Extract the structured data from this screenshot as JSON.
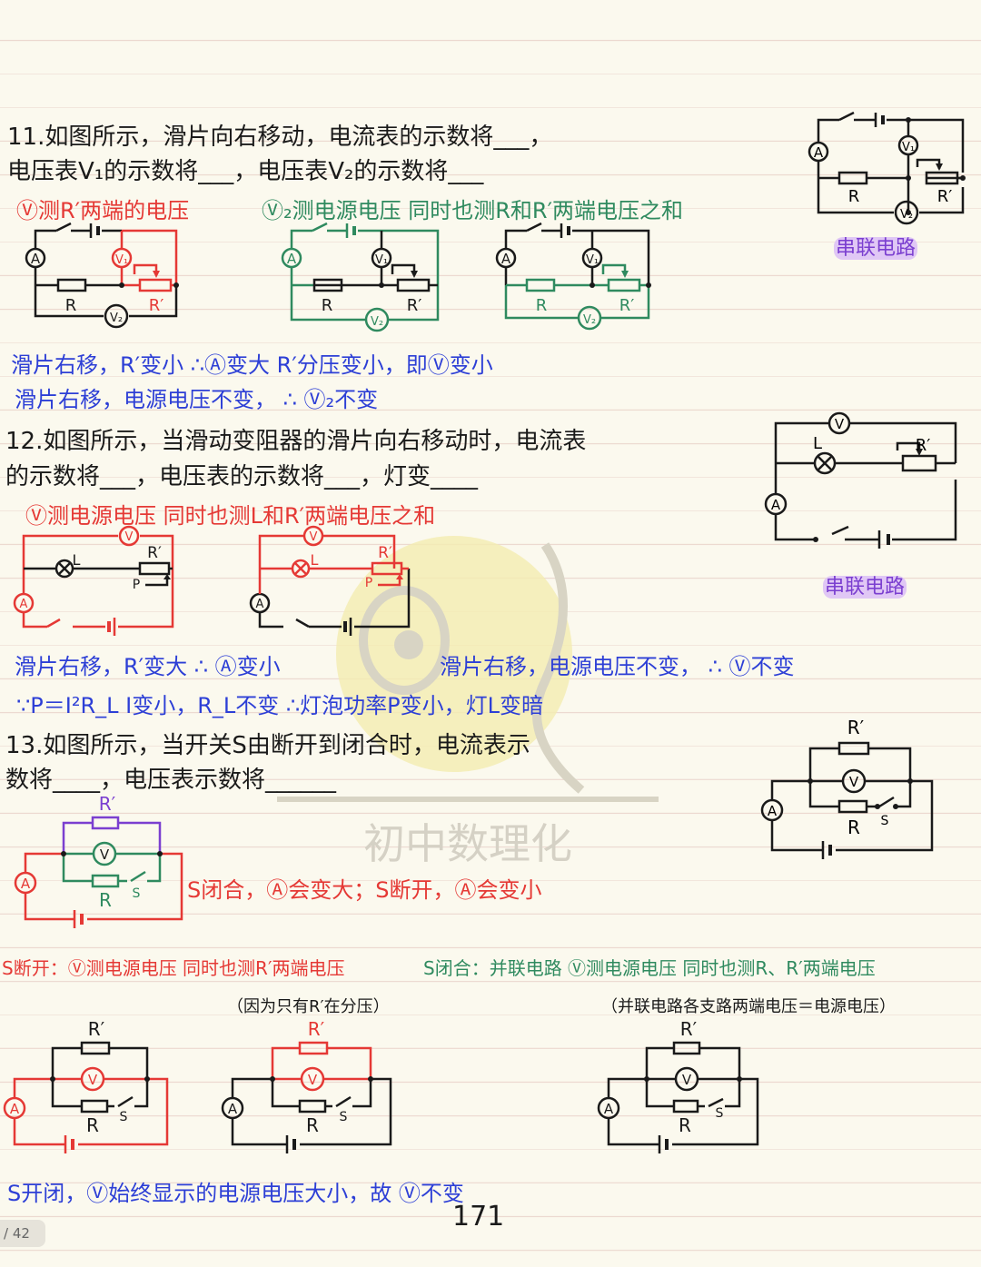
{
  "q11": {
    "line1": "11.如图所示，滑片向右移动，电流表的示数将___，",
    "line2": "电压表V₁的示数将___，电压表V₂的示数将___",
    "note_v1": "Ⓥ测R′两端的电压",
    "note_v2": "Ⓥ₂测电源电压  同时也测R和R′两端电压之和",
    "circuit_type": "串联电路",
    "analysis1": "滑片右移，R′变小  ∴Ⓐ变大    R′分压变小，即Ⓥ变小",
    "analysis2": "滑片右移，电源电压不变，  ∴ Ⓥ₂不变"
  },
  "q12": {
    "line1": "12.如图所示，当滑动变阻器的滑片向右移动时，电流表",
    "line2": "的示数将___，电压表的示数将___，灯变____",
    "note": "Ⓥ测电源电压  同时也测L和R′两端电压之和",
    "circuit_type": "串联电路",
    "analysis1a": "滑片右移，R′变大  ∴ Ⓐ变小",
    "analysis1b": "滑片右移，电源电压不变，  ∴ Ⓥ不变",
    "analysis2": "∵P＝I²R_L   I变小，R_L不变   ∴灯泡功率P变小，灯L变暗"
  },
  "q13": {
    "line1": "13.如图所示，当开关S由断开到闭合时，电流表示",
    "line2": "数将____，电压表示数将______",
    "result": "S闭合，Ⓐ会变大；S断开，Ⓐ会变小",
    "open_note": "S断开：Ⓥ测电源电压  同时也测R′两端电压",
    "closed_note": "S闭合：并联电路  Ⓥ测电源电压  同时也测R、R′两端电压",
    "reason_open": "（因为只有R′在分压）",
    "reason_closed": "（并联电路各支路两端电压＝电源电压）",
    "conclusion": "S开闭，Ⓥ始终显示的电源电压大小，故 Ⓥ不变"
  },
  "labels": {
    "A": "A",
    "V": "V",
    "V1": "V₁",
    "V2": "V₂",
    "R": "R",
    "Rp": "R′",
    "L": "L",
    "S": "S",
    "P": "P"
  },
  "watermark": "初中数理化",
  "page_number": "171",
  "page_total": "/ 42",
  "colors": {
    "black": "#1a1a1a",
    "red": "#e53935",
    "green": "#2f8a5f",
    "blue": "#2d3fd6",
    "purple": "#7b3fd0",
    "highlight": "#e0c7f5",
    "paper": "#fbf9ee"
  }
}
